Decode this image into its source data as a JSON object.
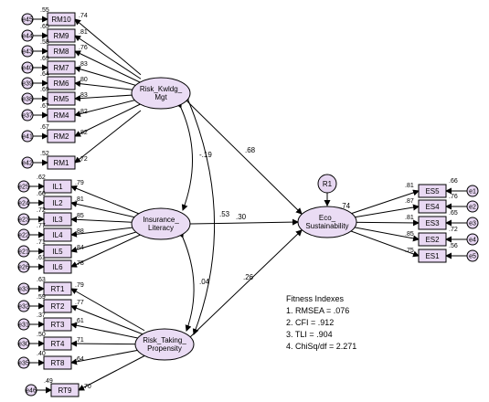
{
  "latents": {
    "rk": {
      "label1": "Risk_Kwldg_",
      "label2": "Mgt"
    },
    "il": {
      "label1": "Insurance_",
      "label2": "Literacy"
    },
    "rt": {
      "label1": "Risk_Taking_",
      "label2": "Propensity"
    },
    "es": {
      "label1": "Eco_",
      "label2": "Sustainability",
      "r2": ".74"
    }
  },
  "residual": {
    "label": "R1"
  },
  "rk_items": [
    {
      "err": "e45",
      "name": "RM10",
      "r2": ".55",
      "load": ".74"
    },
    {
      "err": "e44",
      "name": "RM9",
      "r2": ".65",
      "load": ".81"
    },
    {
      "err": "e43",
      "name": "RM8",
      "r2": ".58",
      "load": ".76"
    },
    {
      "err": "e40",
      "name": "RM7",
      "r2": ".69",
      "load": ".83"
    },
    {
      "err": "e39",
      "name": "RM6",
      "r2": ".64",
      "load": ".80"
    },
    {
      "err": "e38",
      "name": "RM5",
      "r2": ".69",
      "load": ".83"
    },
    {
      "err": "e37",
      "name": "RM4",
      "r2": ".67",
      "load": ".82"
    },
    {
      "err": "e41",
      "name": "RM2",
      "r2": ".67",
      "load": ".82"
    },
    {
      "err": "e42",
      "name": "RM1",
      "r2": ".52",
      "load": ".72"
    }
  ],
  "il_items": [
    {
      "err": "e25",
      "name": "IL1",
      "r2": ".62",
      "load": ".79"
    },
    {
      "err": "e24",
      "name": "IL2",
      "r2": ".66",
      "load": ".81"
    },
    {
      "err": "e23",
      "name": "IL3",
      "r2": ".72",
      "load": ".85"
    },
    {
      "err": "e22",
      "name": "IL4",
      "r2": ".77",
      "load": ".88"
    },
    {
      "err": "e21",
      "name": "IL5",
      "r2": ".71",
      "load": ".84"
    },
    {
      "err": "e26",
      "name": "IL6",
      "r2": ".61",
      "load": ".78"
    }
  ],
  "rt_items": [
    {
      "err": "e33",
      "name": "RT1",
      "r2": ".63",
      "load": ".79"
    },
    {
      "err": "e32",
      "name": "RT2",
      "r2": ".59",
      "load": ".77"
    },
    {
      "err": "e31",
      "name": "RT3",
      "r2": ".37",
      "load": ".61"
    },
    {
      "err": "e30",
      "name": "RT4",
      "r2": ".50",
      "load": ".71"
    },
    {
      "err": "e35",
      "name": "RT8",
      "r2": ".40",
      "load": ".64"
    },
    {
      "err": "e46",
      "name": "RT9",
      "r2": ".49",
      "load": ".70"
    }
  ],
  "es_items": [
    {
      "err": "e1",
      "name": "ES5",
      "r2": ".66",
      "load": ".81"
    },
    {
      "err": "e2",
      "name": "ES4",
      "r2": ".76",
      "load": ".87"
    },
    {
      "err": "e3",
      "name": "ES3",
      "r2": ".65",
      "load": ".81"
    },
    {
      "err": "e4",
      "name": "ES2",
      "r2": ".72",
      "load": ".85"
    },
    {
      "err": "e5",
      "name": "ES1",
      "r2": ".56",
      "load": ".75"
    }
  ],
  "paths": {
    "rk_es": ".68",
    "il_es": ".30",
    "rt_es": ".26",
    "cov_rk_il": "-.19",
    "cov_rk_rt": ".53",
    "cov_il_rt": ".04"
  },
  "fitness": {
    "title": "Fitness Indexes",
    "rmsea": "1. RMSEA = .076",
    "cfi": "2. CFI = .912",
    "tli": "3. TLI = .904",
    "chisq": "4. ChiSq/df = 2.271"
  }
}
